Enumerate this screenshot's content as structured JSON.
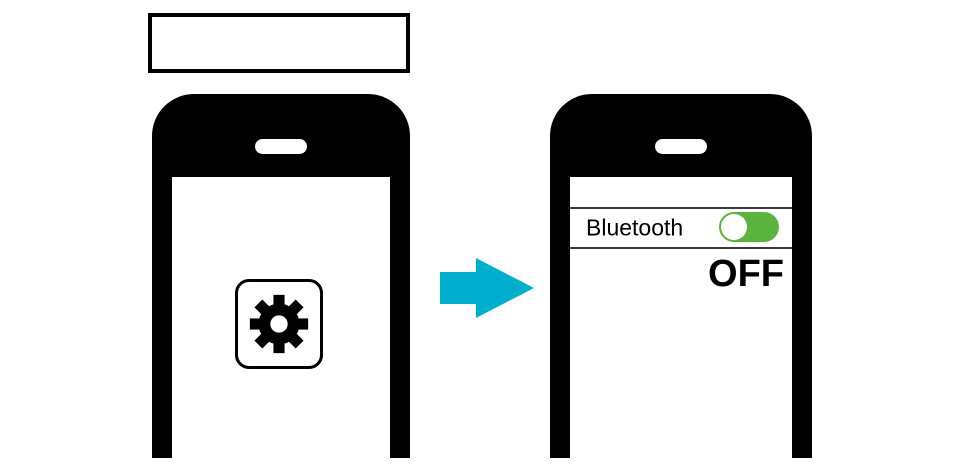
{
  "caption_box": {
    "text": ""
  },
  "left_phone": {
    "app_icon": "settings-gear-icon"
  },
  "arrow": {
    "direction": "right",
    "color": "#00AECE"
  },
  "right_phone": {
    "bluetooth": {
      "label": "Bluetooth",
      "state_text": "OFF",
      "toggle": {
        "state": "off",
        "knob_position": "left",
        "track_color": "#5BB43E",
        "knob_color": "#FFFFFF"
      }
    }
  }
}
